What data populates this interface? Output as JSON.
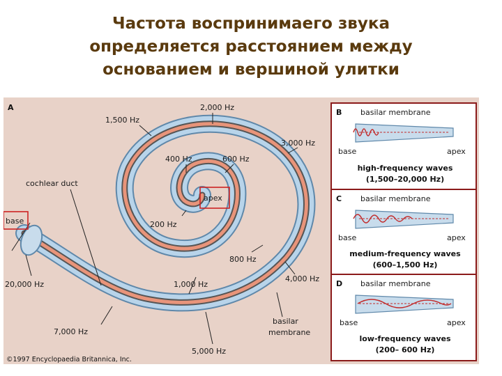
{
  "title": {
    "lines": [
      "Частота воспринимаего звука",
      "определяется расстоянием между",
      "основанием и вершиной улитки"
    ]
  },
  "panel_a": {
    "letter": "A",
    "labels": {
      "hz2000": "2,000 Hz",
      "hz1500": "1,500 Hz",
      "hz3000": "3,000 Hz",
      "hz400": "400 Hz",
      "hz600": "600 Hz",
      "apex": "apex",
      "hz200": "200 Hz",
      "cochlear_duct": "cochlear duct",
      "base": "base",
      "hz20000": "20,000 Hz",
      "hz800": "800 Hz",
      "hz1000": "1,000 Hz",
      "hz4000": "4,000 Hz",
      "hz7000": "7,000 Hz",
      "basilar": "basilar",
      "membrane": "membrane",
      "hz5000": "5,000 Hz"
    },
    "copyright": "©1997 Encyclopaedia Britannica, Inc."
  },
  "panels": [
    {
      "letter": "B",
      "membrane": "basilar membrane",
      "base": "base",
      "apex": "apex",
      "caption": "high-frequency waves",
      "range": "(1,500–20,000 Hz)"
    },
    {
      "letter": "C",
      "membrane": "basilar membrane",
      "base": "base",
      "apex": "apex",
      "caption": "medium-frequency waves",
      "range": "(600–1,500 Hz)"
    },
    {
      "letter": "D",
      "membrane": "basilar membrane",
      "base": "base",
      "apex": "apex",
      "caption": "low-frequency waves",
      "range": "(200– 600 Hz)"
    }
  ],
  "colors": {
    "title": "#5a3a0e",
    "figure_bg": "#e8d2c8",
    "tube_blue": "#a8c8e0",
    "membrane_salmon": "#e8947a",
    "highlight_box": "#cc2222",
    "panel_border": "#8b1a1a",
    "wave_red": "#c22a2a"
  }
}
